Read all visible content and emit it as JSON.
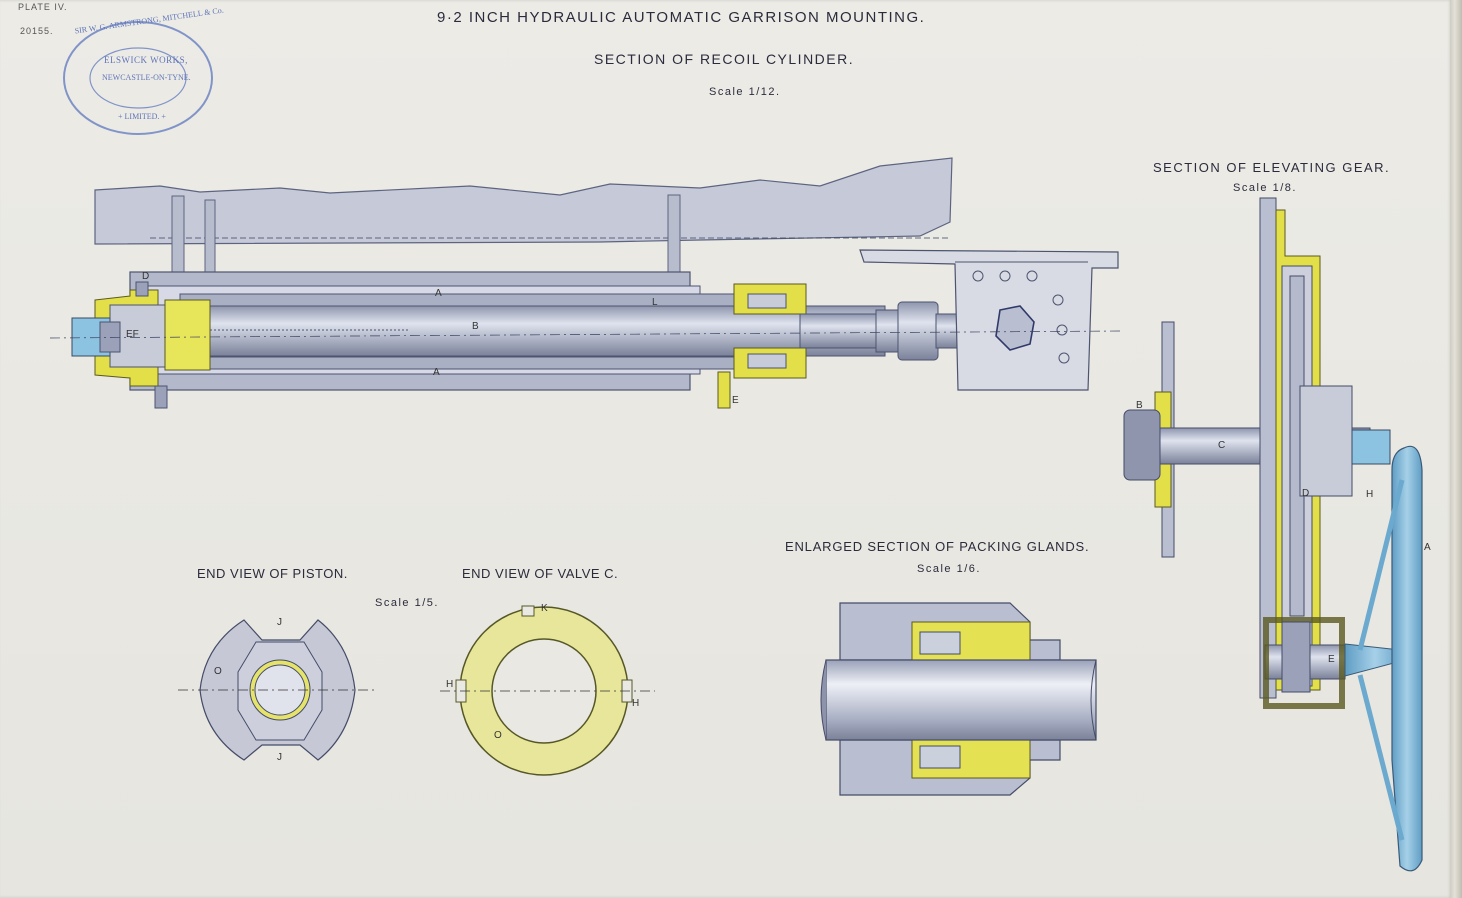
{
  "plate": {
    "plate_no": "PLATE IV.",
    "ref": "20155."
  },
  "stamp": {
    "outer_text": "SIR W. G. ARMSTRONG, MITCHELL & Co.",
    "line1": "ELSWICK WORKS,",
    "line2": "NEWCASTLE-ON-TYNE.",
    "bottom": "+ LIMITED. +"
  },
  "titles": {
    "main": "9·2 INCH HYDRAULIC AUTOMATIC GARRISON MOUNTING.",
    "recoil": "SECTION OF RECOIL CYLINDER.",
    "recoil_scale": "Scale 1/12.",
    "elevating": "SECTION OF ELEVATING GEAR.",
    "elevating_scale": "Scale 1/8.",
    "piston": "END VIEW OF PISTON.",
    "valve": "END VIEW OF VALVE C.",
    "ends_scale": "Scale 1/5.",
    "glands": "ENLARGED SECTION OF PACKING GLANDS.",
    "glands_scale": "Scale 1/6."
  },
  "labels": {
    "recoil": {
      "D": "D",
      "A_top": "A",
      "A_bot": "A",
      "B": "B",
      "E": "E",
      "EF": "EF",
      "L": "L"
    },
    "piston": {
      "J_top": "J",
      "J_bot": "J",
      "O": "O"
    },
    "valve": {
      "K": "K",
      "H_left": "H",
      "H_right": "H",
      "O": "O"
    },
    "elevating": {
      "A": "A",
      "B": "B",
      "C": "C",
      "D": "D",
      "E": "E",
      "H": "H"
    }
  },
  "colors": {
    "paper": "#e9e8e2",
    "steel": "#b4bacb",
    "steel_dark": "#7e869e",
    "brass": "#e6e44a",
    "wheel": "#7fb5d6",
    "ink": "#2b2b3c"
  }
}
